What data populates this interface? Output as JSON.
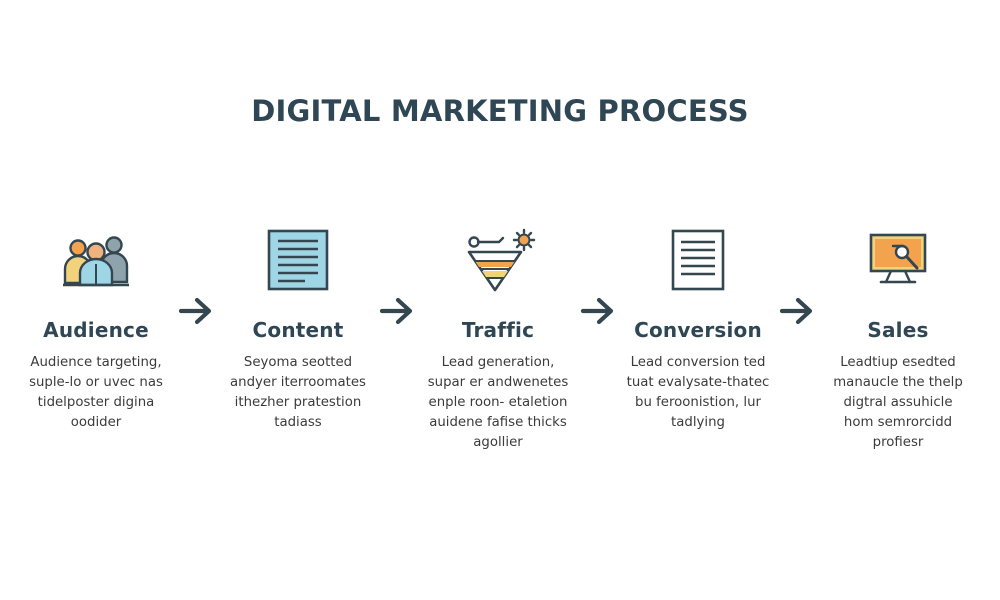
{
  "title": "DIGITAL MARKETING PROCESS",
  "colors": {
    "title": "#2f4754",
    "icon_stroke": "#344650",
    "icon_blue": "#9fd6e6",
    "icon_orange": "#f3a24e",
    "icon_yellow": "#f2d27a"
  },
  "steps": [
    {
      "icon": "audience-group-icon",
      "label": "Audience",
      "desc": [
        "Audience targeting,",
        "suple-lo or uvec nas",
        "tidelposter digina",
        "oodider"
      ]
    },
    {
      "icon": "content-document-icon",
      "label": "Content",
      "desc": [
        "Seyoma seotted",
        "andyer iterroomates",
        "ithezher pratestion",
        "tadiass"
      ]
    },
    {
      "icon": "traffic-funnel-icon",
      "label": "Traffic",
      "desc": [
        "Lead generation,",
        "supar er andwenetes",
        "enple roon- etaletion",
        "auidene fafise thicks",
        "agollier"
      ]
    },
    {
      "icon": "conversion-list-icon",
      "label": "Conversion",
      "desc": [
        "Lead conversion ted",
        "tuat evalysate-thatec",
        "bu feroonistion, lur",
        "tadlying"
      ]
    },
    {
      "icon": "sales-monitor-icon",
      "label": "Sales",
      "desc": [
        "Leadtiup  esedted",
        "manaucle the thelp",
        "digtral assuhicle",
        "hom semrorcidd",
        "profiesr"
      ]
    }
  ]
}
